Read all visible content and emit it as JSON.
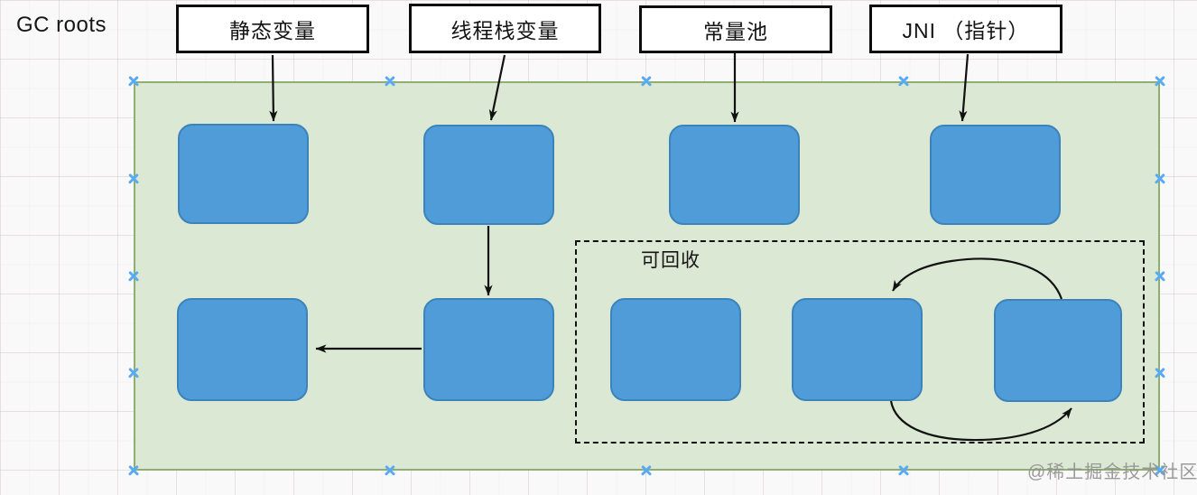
{
  "diagram": {
    "gc_roots_label": "GC roots",
    "watermark": "@稀土掘金技术社区"
  },
  "root_labels": [
    {
      "id": "static-variables",
      "text": "静态变量"
    },
    {
      "id": "thread-stack-variables",
      "text": "线程栈变量"
    },
    {
      "id": "constant-pool",
      "text": "常量池"
    },
    {
      "id": "jni-pointer",
      "text": "JNI （指针）"
    }
  ],
  "heap_region": {
    "selected": true,
    "selection_handle_count": 16
  },
  "collectable_region": {
    "label": "可回收",
    "border_style": "dashed",
    "object_count": 3
  },
  "objects": [
    {
      "id": "obj-1",
      "region": "heap",
      "pointed_by": "static-variables"
    },
    {
      "id": "obj-2",
      "region": "heap",
      "pointed_by": "thread-stack-variables"
    },
    {
      "id": "obj-3",
      "region": "heap",
      "pointed_by": "constant-pool"
    },
    {
      "id": "obj-4",
      "region": "heap",
      "pointed_by": "jni-pointer"
    },
    {
      "id": "obj-5",
      "region": "heap",
      "pointed_by": "obj-6"
    },
    {
      "id": "obj-6",
      "region": "heap",
      "pointed_by": "obj-2"
    },
    {
      "id": "obj-7",
      "region": "collectable",
      "pointed_by": null
    },
    {
      "id": "obj-8",
      "region": "collectable",
      "pointed_by": "obj-9"
    },
    {
      "id": "obj-9",
      "region": "collectable",
      "pointed_by": "obj-8"
    }
  ],
  "edges": [
    {
      "from": "static-variables",
      "to": "obj-1",
      "style": "straight"
    },
    {
      "from": "thread-stack-variables",
      "to": "obj-2",
      "style": "straight"
    },
    {
      "from": "constant-pool",
      "to": "obj-3",
      "style": "straight"
    },
    {
      "from": "jni-pointer",
      "to": "obj-4",
      "style": "straight"
    },
    {
      "from": "obj-2",
      "to": "obj-6",
      "style": "straight"
    },
    {
      "from": "obj-6",
      "to": "obj-5",
      "style": "straight"
    },
    {
      "from": "obj-9",
      "to": "obj-8",
      "style": "curved"
    },
    {
      "from": "obj-8",
      "to": "obj-9",
      "style": "curved"
    }
  ],
  "colors": {
    "node_fill": "#4f9cd9",
    "node_border": "#3d83bb",
    "heap_fill": "#dbe8d3",
    "heap_border": "#8fae74",
    "handle_color": "#58aaf2",
    "edge_color": "#111111",
    "watermark_color": "#8f8f8f"
  }
}
